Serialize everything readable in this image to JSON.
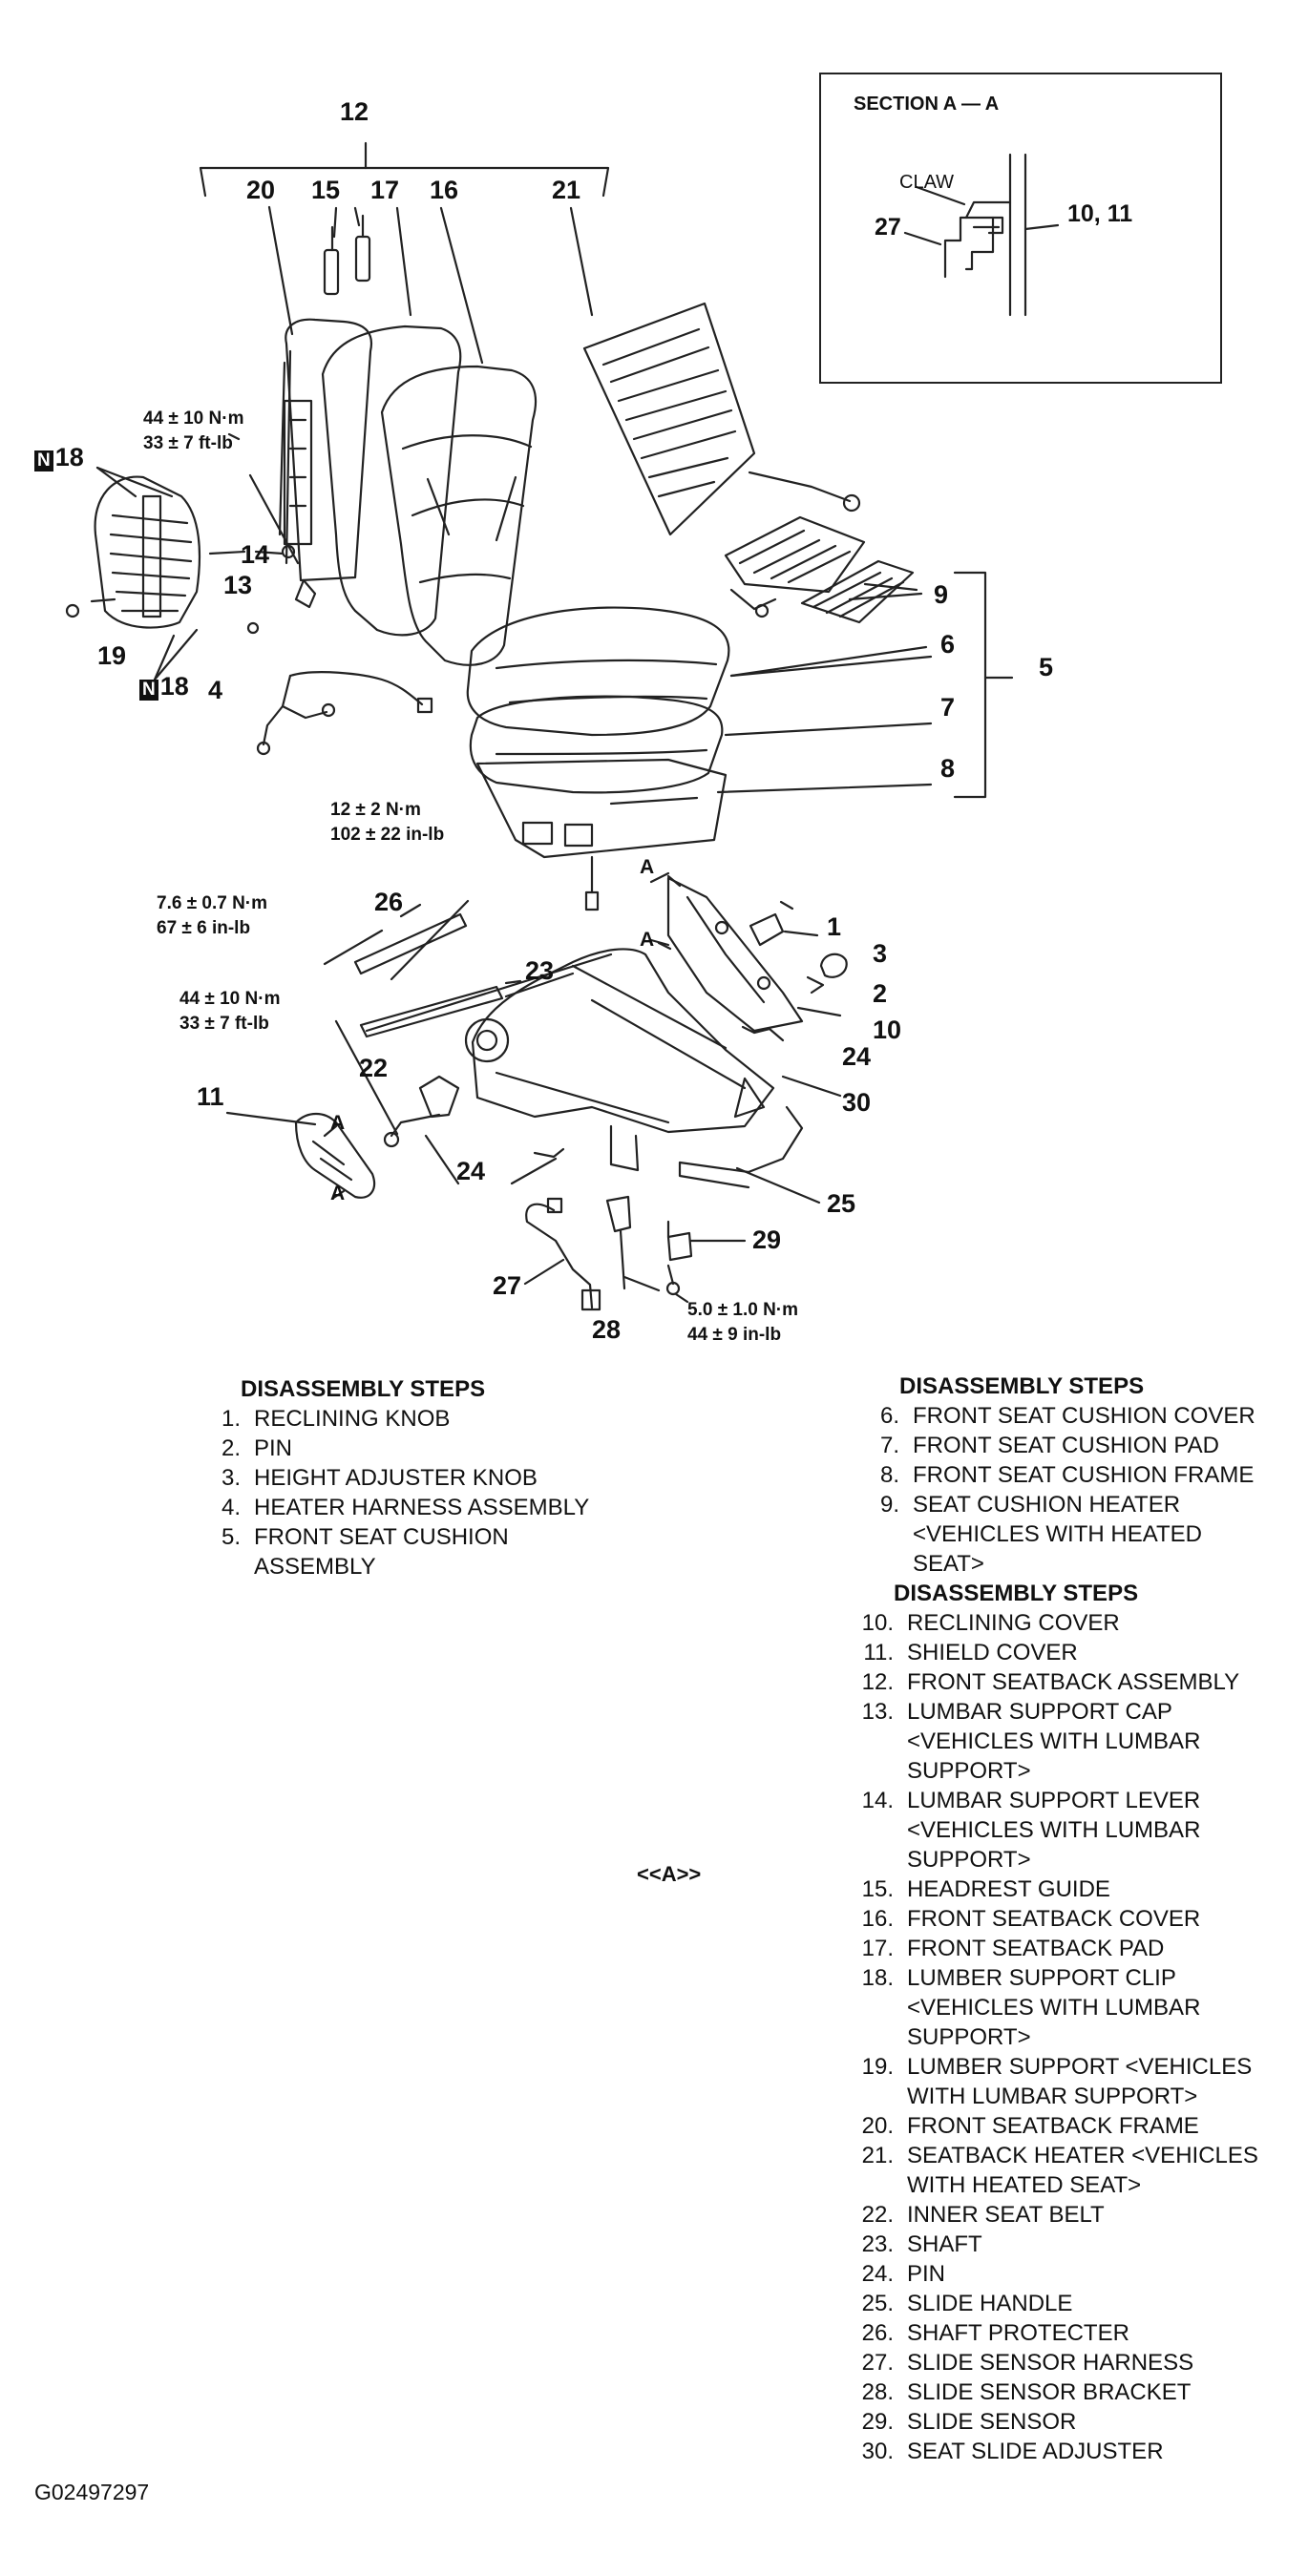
{
  "section": {
    "title": "SECTION A — A",
    "claw": "CLAW",
    "c27": "27",
    "c1011": "10, 11"
  },
  "callouts": {
    "c12": "12",
    "c20": "20",
    "c15": "15",
    "c17": "17",
    "c16": "16",
    "c21": "21",
    "c18a": "18",
    "c18b": "18",
    "c14": "14",
    "c13": "13",
    "c19": "19",
    "c4": "4",
    "c9": "9",
    "c6": "6",
    "c5": "5",
    "c7": "7",
    "c8": "8",
    "c26": "26",
    "c1": "1",
    "c3": "3",
    "c2": "2",
    "c23": "23",
    "c10": "10",
    "c24a": "24",
    "c22": "22",
    "c30": "30",
    "c11": "11",
    "cA1": "A",
    "cA2": "A",
    "cA3": "A",
    "cA4": "A",
    "c24b": "24",
    "c25": "25",
    "c29": "29",
    "c27": "27",
    "c28": "28"
  },
  "torques": {
    "t1a": "44 ± 10 N·m",
    "t1b": "33 ± 7 ft-lb",
    "t2a": "12 ± 2 N·m",
    "t2b": "102 ± 22 in-lb",
    "t3a": "7.6 ± 0.7 N·m",
    "t3b": "67 ± 6 in-lb",
    "t4a": "44 ± 10 N·m",
    "t4b": "33 ± 7 ft-lb",
    "t5a": "5.0 ± 1.0 N·m",
    "t5b": "44 ± 9 in-lb"
  },
  "badge": "N",
  "steps_left": {
    "header": "DISASSEMBLY STEPS",
    "items": [
      {
        "n": "1.",
        "t": "RECLINING KNOB"
      },
      {
        "n": "2.",
        "t": "PIN"
      },
      {
        "n": "3.",
        "t": "HEIGHT ADJUSTER KNOB"
      },
      {
        "n": "4.",
        "t": "HEATER HARNESS ASSEMBLY"
      },
      {
        "n": "5.",
        "t": "FRONT SEAT CUSHION\nASSEMBLY"
      }
    ]
  },
  "steps_right_1": {
    "header": "DISASSEMBLY STEPS",
    "items": [
      {
        "n": "6.",
        "t": "FRONT SEAT CUSHION COVER"
      },
      {
        "n": "7.",
        "t": "FRONT SEAT CUSHION PAD"
      },
      {
        "n": "8.",
        "t": "FRONT SEAT CUSHION FRAME"
      },
      {
        "n": "9.",
        "t": "SEAT CUSHION HEATER\n<VEHICLES WITH HEATED\nSEAT>"
      }
    ]
  },
  "steps_right_2": {
    "header": "DISASSEMBLY STEPS",
    "items": [
      {
        "n": "10.",
        "t": "RECLINING COVER"
      },
      {
        "n": "11.",
        "t": "SHIELD COVER"
      },
      {
        "n": "12.",
        "t": "FRONT SEATBACK ASSEMBLY"
      },
      {
        "n": "13.",
        "t": "LUMBAR SUPPORT CAP\n<VEHICLES WITH LUMBAR\nSUPPORT>"
      },
      {
        "n": "14.",
        "t": "LUMBAR SUPPORT LEVER\n<VEHICLES WITH LUMBAR\nSUPPORT>"
      },
      {
        "n": "15.",
        "t": "HEADREST GUIDE"
      },
      {
        "n": "16.",
        "t": "FRONT SEATBACK COVER"
      },
      {
        "n": "17.",
        "t": "FRONT SEATBACK PAD"
      },
      {
        "n": "18.",
        "t": "LUMBER SUPPORT CLIP\n<VEHICLES WITH LUMBAR\nSUPPORT>"
      },
      {
        "n": "19.",
        "t": "LUMBER SUPPORT <VEHICLES\nWITH LUMBAR SUPPORT>"
      },
      {
        "n": "20.",
        "t": "FRONT SEATBACK FRAME"
      },
      {
        "n": "21.",
        "t": "SEATBACK HEATER <VEHICLES\nWITH HEATED SEAT>"
      },
      {
        "n": "22.",
        "t": "INNER SEAT BELT"
      },
      {
        "n": "23.",
        "t": "SHAFT"
      },
      {
        "n": "24.",
        "t": "PIN"
      },
      {
        "n": "25.",
        "t": "SLIDE HANDLE"
      },
      {
        "n": "26.",
        "t": "SHAFT PROTECTER"
      },
      {
        "n": "27.",
        "t": "SLIDE SENSOR HARNESS"
      },
      {
        "n": "28.",
        "t": "SLIDE SENSOR BRACKET"
      },
      {
        "n": "29.",
        "t": "SLIDE SENSOR"
      },
      {
        "n": "30.",
        "t": "SEAT SLIDE ADJUSTER"
      }
    ]
  },
  "tag_A": "<<A>>",
  "figure_code": "G02497297"
}
